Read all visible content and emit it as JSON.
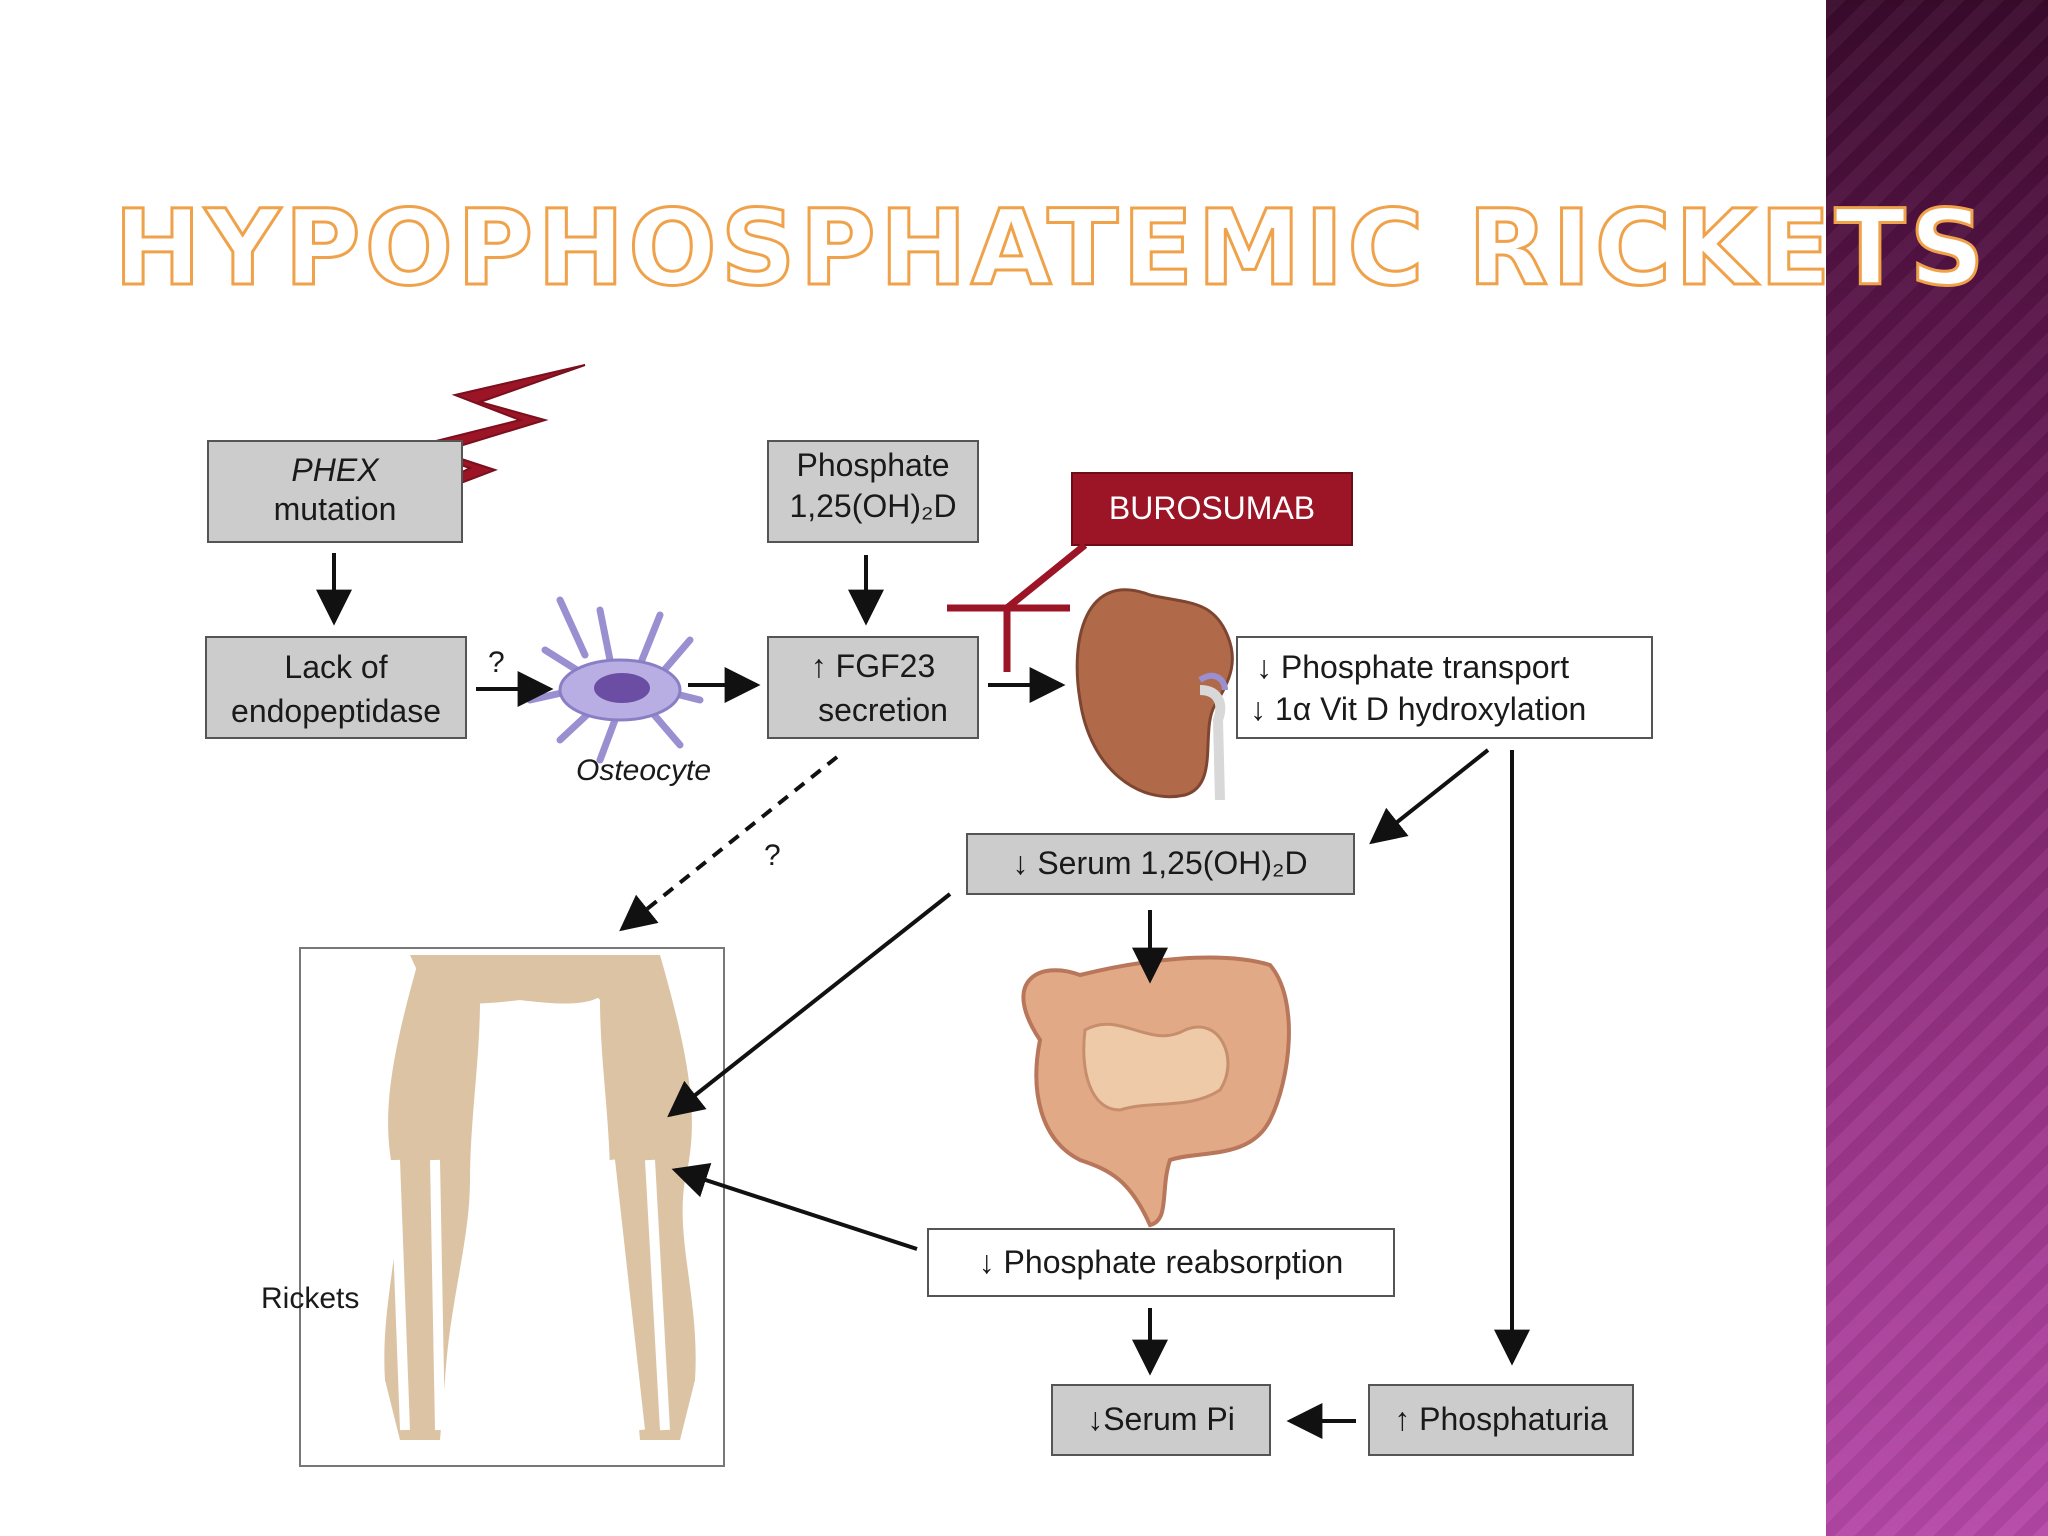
{
  "slide": {
    "title": "Hypophosphatemic Rickets",
    "accent_color": "#f0a24a"
  },
  "diagram": {
    "phex_box": {
      "line1": "PHEX",
      "line2": "mutation"
    },
    "lack_box": {
      "line1": "Lack of",
      "line2": "endopeptidase"
    },
    "phosphate_box": {
      "line1": "Phosphate",
      "line2": "1,25(OH)₂D"
    },
    "fgf23_box": {
      "line1": "↑ FGF23",
      "line2": "secretion"
    },
    "burosumab_box": "BUROSUMAB",
    "transport_box": {
      "line1": "↓ Phosphate transport",
      "line2": "↓ 1α Vit D hydroxylation"
    },
    "serum_d_box": "↓ Serum 1,25(OH)₂D",
    "reabsorption_box": "↓ Phosphate reabsorption",
    "serum_pi_box": "↓Serum Pi",
    "phosphaturia_box": "↑ Phosphaturia",
    "osteocyte_label": "Osteocyte",
    "rickets_label": "Rickets",
    "unknown_mark_1": "?",
    "unknown_mark_2": "?",
    "colors": {
      "box_fill": "#cccccc",
      "box_border": "#555555",
      "burosumab_fill": "#9b1526",
      "kidney": "#b06a4a",
      "intestine": "#e2a987",
      "legs": "#dcc3a4",
      "osteocyte": "#9a8fd0"
    }
  }
}
